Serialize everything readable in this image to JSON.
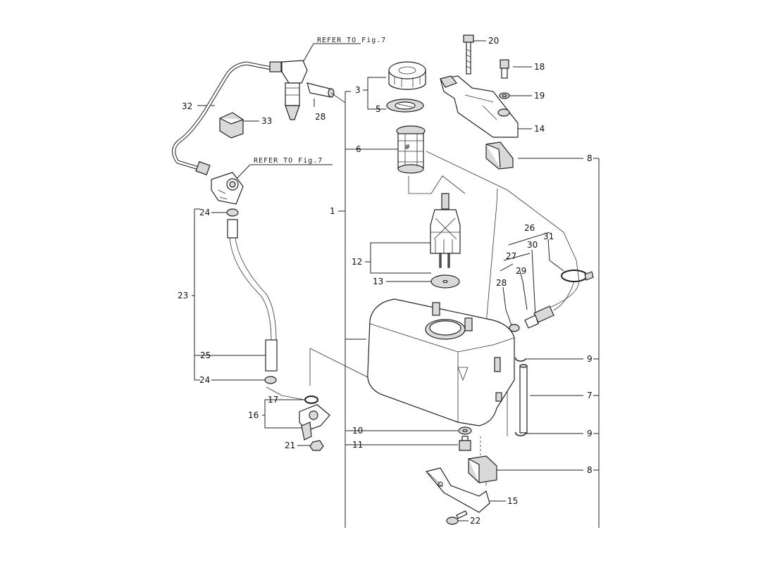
{
  "diagram": {
    "references": [
      "REFER TO Fig.7",
      "REFER TO Fig.7"
    ],
    "callouts": {
      "n1": "1",
      "n3": "3",
      "n5": "5",
      "n6": "6",
      "n7": "7",
      "n8a": "8",
      "n8b": "8",
      "n9a": "9",
      "n9b": "9",
      "n10": "10",
      "n11": "11",
      "n12": "12",
      "n13": "13",
      "n14": "14",
      "n15": "15",
      "n16": "16",
      "n17": "17",
      "n18": "18",
      "n19": "19",
      "n20": "20",
      "n21": "21",
      "n22": "22",
      "n23": "23",
      "n24a": "24",
      "n24b": "24",
      "n25": "25",
      "n26": "26",
      "n27": "27",
      "n28a": "28",
      "n28b": "28",
      "n29": "29",
      "n30": "30",
      "n31": "31",
      "n32": "32",
      "n33": "33"
    }
  }
}
